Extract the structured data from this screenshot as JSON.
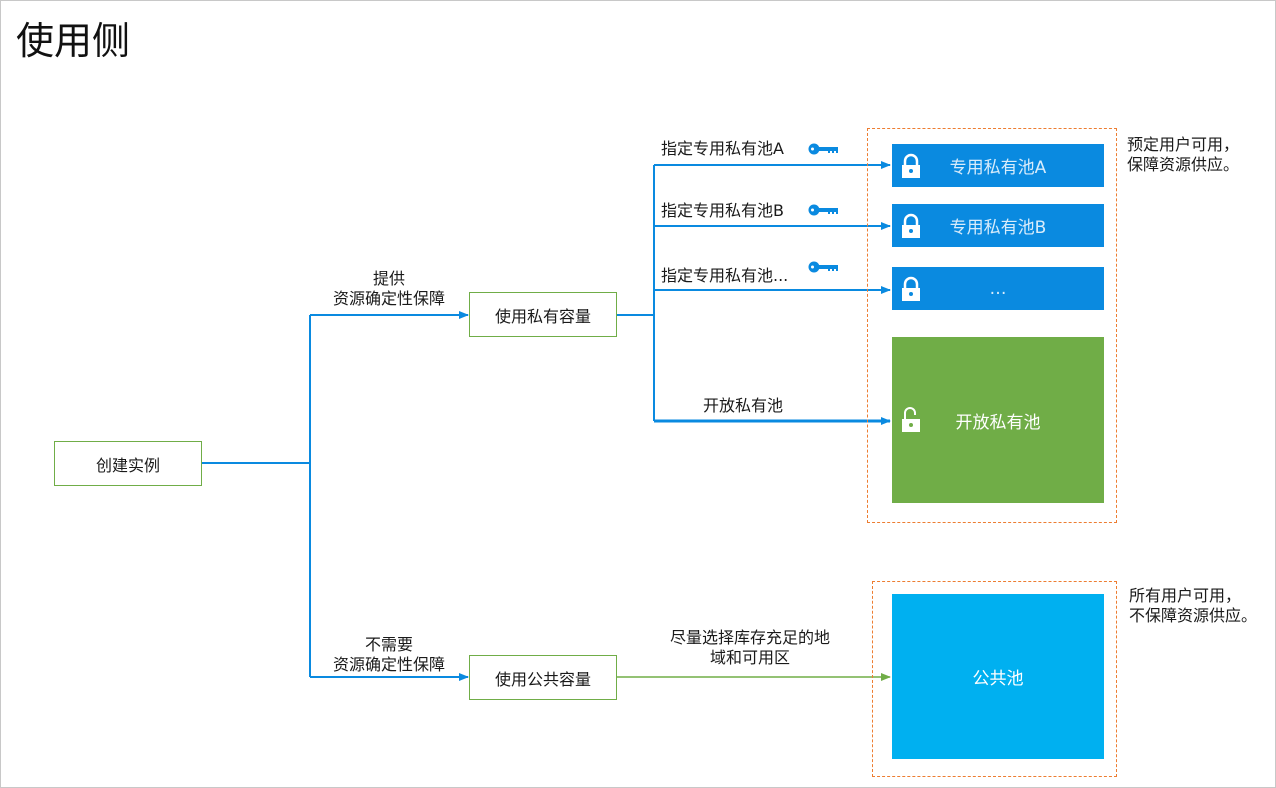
{
  "title": "使用侧",
  "nodes": {
    "create_instance": "创建实例",
    "use_private": "使用私有容量",
    "use_public": "使用公共容量"
  },
  "edge_labels": {
    "provide_guarantee": [
      "提供",
      "资源确定性保障"
    ],
    "no_guarantee": [
      "不需要",
      "资源确定性保障"
    ],
    "specify_a": "指定专用私有池A",
    "specify_b": "指定专用私有池B",
    "specify_more": "指定专用私有池...",
    "open_pool": "开放私有池",
    "public_route": [
      "尽量选择库存充足的地",
      "域和可用区"
    ]
  },
  "pools": {
    "dedicated_a": "专用私有池A",
    "dedicated_b": "专用私有池B",
    "dedicated_more": "…",
    "open": "开放私有池",
    "public": "公共池"
  },
  "notes": {
    "private": [
      "预定用户可用，",
      "保障资源供应。"
    ],
    "public": [
      "所有用户可用，",
      "不保障资源供应。"
    ]
  },
  "icons": {
    "key": "key-icon",
    "lock": "lock-icon",
    "unlock": "unlock-icon"
  },
  "colors": {
    "connector_blue": "#0a8ae0",
    "connector_green": "#70ad47",
    "node_border": "#70ad47",
    "dedicated_pool": "#0a8ae0",
    "open_pool": "#70ad47",
    "public_pool": "#00b0f0",
    "group_border": "#ed7d31"
  }
}
